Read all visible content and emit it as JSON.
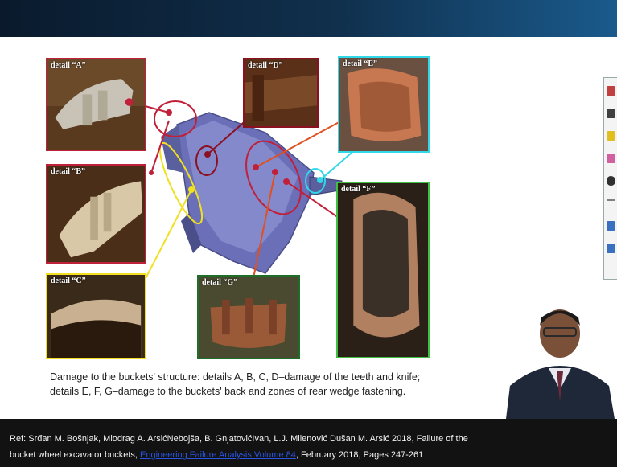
{
  "details": {
    "a": "detail “A”",
    "b": "detail “B”",
    "c": "detail “C”",
    "d": "detail “D”",
    "e": "detail “E”",
    "f": "detail “F”",
    "g": "detail “G”"
  },
  "caption": {
    "line1": "Damage to the buckets' structure: details A, B, C, D–damage of the teeth and knife;",
    "line2": "details E, F, G–damage to the buckets' back and zones of rear wedge fastening."
  },
  "reference": {
    "line1": "Ref: Srđan M. Bošnjak, Miodrag A. ArsićNebojša,  B. GnjatovićIvan,   L.J. Milenović Dušan M. Arsić 2018,  Failure of the",
    "line2_start": "bucket wheel excavator buckets, ",
    "link_text": "Engineering Failure Analysis Volume 84",
    "line2_end": ", February 2018, Pages 247-261"
  },
  "colors": {
    "red": "#c0203a",
    "darkred": "#8b1020",
    "yellow": "#f0e020",
    "cyan": "#30d8e8",
    "green": "#40c040",
    "darkgreen": "#1e6e2a",
    "orange": "#e05020",
    "link": "#2a55e0"
  },
  "toolbar_icons": [
    "pen-icon",
    "pointer-icon",
    "highlighter-icon",
    "eraser-icon",
    "record-icon",
    "line-icon",
    "screen-icon",
    "camera-icon"
  ]
}
